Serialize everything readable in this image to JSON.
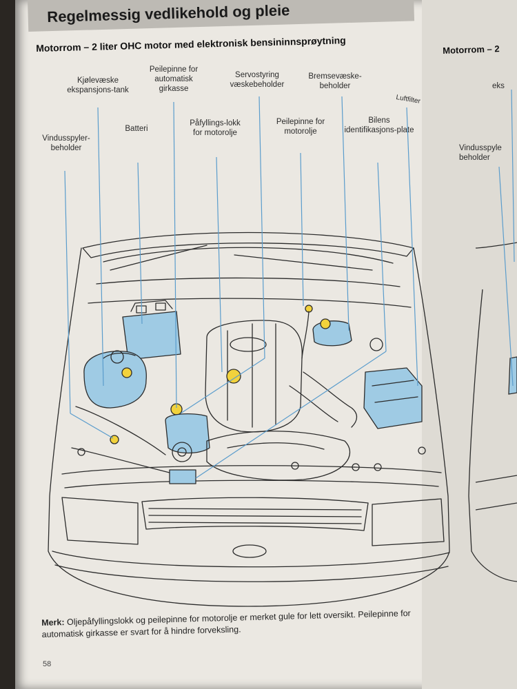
{
  "header": {
    "title": "Regelmessig vedlikehold og pleie"
  },
  "subtitle": "Motorrom – 2 liter OHC motor med elektronisk bensininnsprøytning",
  "subtitle_right": "Motorrom – 2",
  "labels": {
    "kjolevaeske": "Kjølevæske ekspansjons-tank",
    "peilepinne_gir": "Peilepinne for automatisk girkasse",
    "servostyring": "Servostyring væskebeholder",
    "bremsevaeske": "Bremsevæske-beholder",
    "luftfilter": "Luftfilter",
    "vindusspyler": "Vindusspyler-beholder",
    "batteri": "Batteri",
    "pafylling": "Påfyllings-lokk for motorolje",
    "peilepinne_olje": "Peilepinne for motorolje",
    "identifikasjon": "Bilens identifikasjons-plate",
    "right_eks": "eks",
    "right_vindusspyler": "Vindusspyle beholder"
  },
  "note": {
    "prefix": "Merk:",
    "text": "Oljepåfyllingslokk og peilepinne for motorolje er merket gule for lett oversikt. Peilepinne for automatisk girkasse er svart for å hindre forveksling."
  },
  "page_number": "58",
  "colors": {
    "accent_blue": "#9fcbe4",
    "leader_blue": "#5a9ccc",
    "yellow_cap": "#f2d23c",
    "ink": "#2b2b2b",
    "paper": "#ebe8e2"
  }
}
